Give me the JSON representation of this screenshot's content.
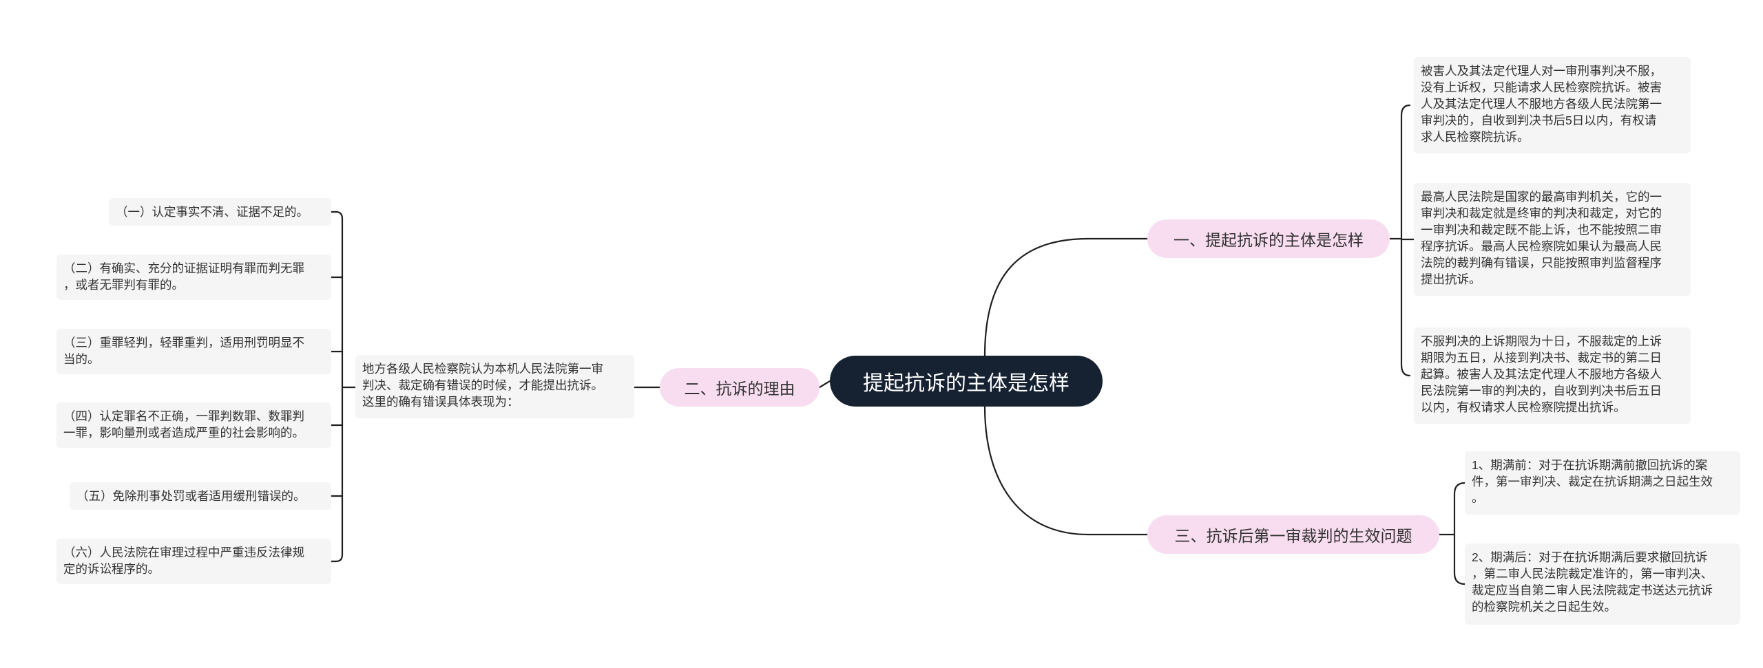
{
  "root": {
    "title": "提起抗诉的主体是怎样"
  },
  "branches": [
    {
      "label": "一、提起抗诉的主体是怎样",
      "children": [
        "被害人及其法定代理人对一审刑事判决不服，\n没有上诉权，只能请求人民检察院抗诉。被害\n人及其法定代理人不服地方各级人民法院第一\n审判决的，自收到判决书后5日以内，有权请\n求人民检察院抗诉。",
        "最高人民法院是国家的最高审判机关，它的一\n审判决和裁定就是终审的判决和裁定，对它的\n一审判决和裁定既不能上诉，也不能按照二审\n程序抗诉。最高人民检察院如果认为最高人民\n法院的裁判确有错误，只能按照审判监督程序\n提出抗诉。",
        "不服判决的上诉期限为十日，不服裁定的上诉\n期限为五日，从接到判决书、裁定书的第二日\n起算。被害人及其法定代理人不服地方各级人\n民法院第一审的判决的，自收到判决书后五日\n以内，有权请求人民检察院提出抗诉。"
      ]
    },
    {
      "label": "二、抗诉的理由",
      "intro": "地方各级人民检察院认为本机人民法院第一审\n判决、裁定确有错误的时候，才能提出抗诉。\n这里的确有错误具体表现为：",
      "children": [
        "（一）认定事实不清、证据不足的。",
        "（二）有确实、充分的证据证明有罪而判无罪\n，或者无罪判有罪的。",
        "（三）重罪轻判，轻罪重判，适用刑罚明显不\n当的。",
        "（四）认定罪名不正确，一罪判数罪、数罪判\n一罪，影响量刑或者造成严重的社会影响的。",
        "（五）免除刑事处罚或者适用缓刑错误的。",
        "（六）人民法院在审理过程中严重违反法律规\n定的诉讼程序的。"
      ]
    },
    {
      "label": "三、抗诉后第一审裁判的生效问题",
      "children": [
        "1、期满前：对于在抗诉期满前撤回抗诉的案\n件，第一审判决、裁定在抗诉期满之日起生效\n。",
        "2、期满后：对于在抗诉期满后要求撤回抗诉\n，第二审人民法院裁定准许的，第一审判决、\n裁定应当自第二审人民法院裁定书送达元抗诉\n的检察院机关之日起生效。"
      ]
    }
  ],
  "colors": {
    "root_bg": "#162232",
    "topic_bg": "#f8ddf0",
    "leaf_bg": "#f5f5f5",
    "line": "#1f1f1f"
  }
}
